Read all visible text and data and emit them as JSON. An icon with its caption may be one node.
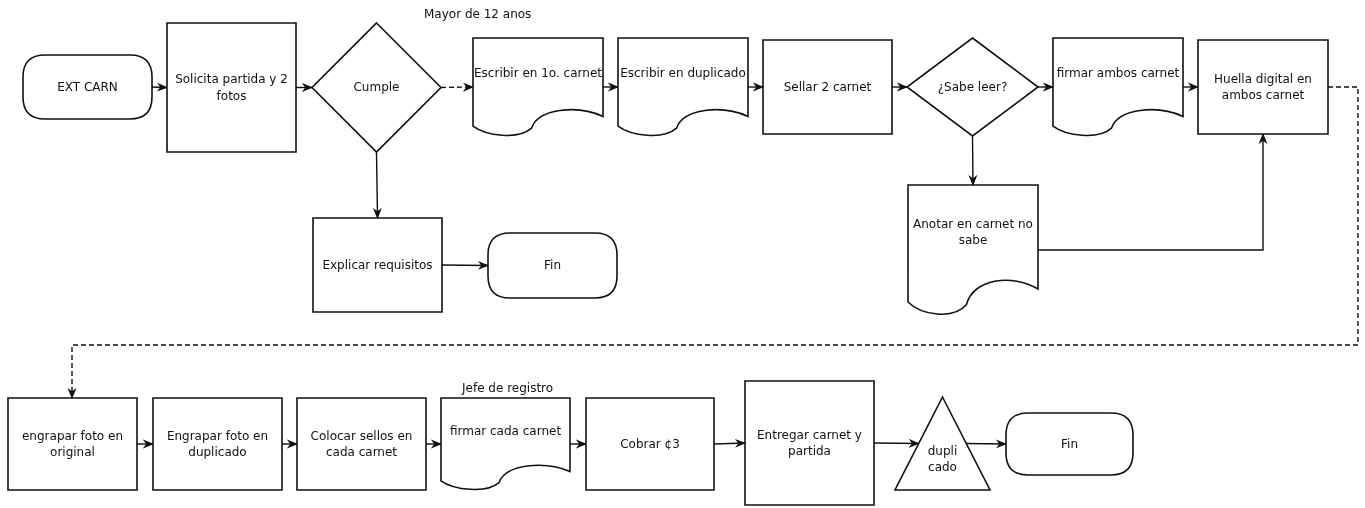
{
  "diagram": {
    "nodes": [
      {
        "text": [
          "EXT CARN"
        ]
      },
      {
        "text": [
          "Solicita partida y 2 fotos"
        ]
      },
      {
        "text": [
          "Cumple"
        ]
      },
      {
        "text": [
          "Escribir en 1o. carnet"
        ]
      },
      {
        "text": [
          "Escribir en duplicado"
        ]
      },
      {
        "text": [
          "Sellar 2 carnet"
        ]
      },
      {
        "text": [
          "¿Sabe leer?"
        ]
      },
      {
        "text": [
          "firmar ambos carnet"
        ]
      },
      {
        "text": [
          "Huella digital en ambos carnet"
        ]
      },
      {
        "text": [
          "Explicar requisitos"
        ]
      },
      {
        "text": [
          "Fin"
        ]
      },
      {
        "text": [
          "Anotar en carnet no sabe"
        ]
      },
      {
        "text": [
          "engrapar foto en original"
        ]
      },
      {
        "text": [
          "Engrapar foto en duplicado"
        ]
      },
      {
        "text": [
          "Colocar sellos en cada carnet"
        ]
      },
      {
        "text": [
          "firmar cada carnet"
        ]
      },
      {
        "text": [
          "Cobrar ¢3"
        ]
      },
      {
        "text": [
          "Entregar carnet y partida"
        ]
      },
      {
        "text": [
          "dupli cado"
        ]
      },
      {
        "text": [
          "Fin"
        ]
      }
    ],
    "edges": [
      {
        "from": 0,
        "to": 1,
        "arrow": "to"
      },
      {
        "from": 1,
        "to": 2,
        "arrow": "to"
      },
      {
        "from": 2,
        "to": 3,
        "arrow": "to",
        "style": "dashed"
      },
      {
        "from": 3,
        "to": 4,
        "arrow": "to"
      },
      {
        "from": 4,
        "to": 5,
        "arrow": "to"
      },
      {
        "from": 5,
        "to": 6,
        "arrow": "to"
      },
      {
        "from": 6,
        "to": 7,
        "arrow": "to"
      },
      {
        "from": 7,
        "to": 8,
        "arrow": "to"
      },
      {
        "from": 2,
        "to": 9,
        "arrow": "to"
      },
      {
        "from": 9,
        "to": 10,
        "arrow": "to"
      },
      {
        "from": 6,
        "to": 11,
        "arrow": "to"
      },
      {
        "from": 11,
        "to": 8,
        "arrow": "to"
      },
      {
        "from": 8,
        "to": 12,
        "arrow": "to",
        "style": "dashed"
      },
      {
        "from": 12,
        "to": 13,
        "arrow": "to"
      },
      {
        "from": 13,
        "to": 14,
        "arrow": "to"
      },
      {
        "from": 14,
        "to": 15,
        "arrow": "to"
      },
      {
        "from": 15,
        "to": 16,
        "arrow": "to"
      },
      {
        "from": 16,
        "to": 17,
        "arrow": "to"
      },
      {
        "from": 17,
        "to": 18,
        "arrow": "to"
      },
      {
        "from": 18,
        "to": 19,
        "arrow": "to"
      }
    ],
    "labels": [
      "Mayor de 12 anos",
      "Jefe de registro"
    ]
  }
}
